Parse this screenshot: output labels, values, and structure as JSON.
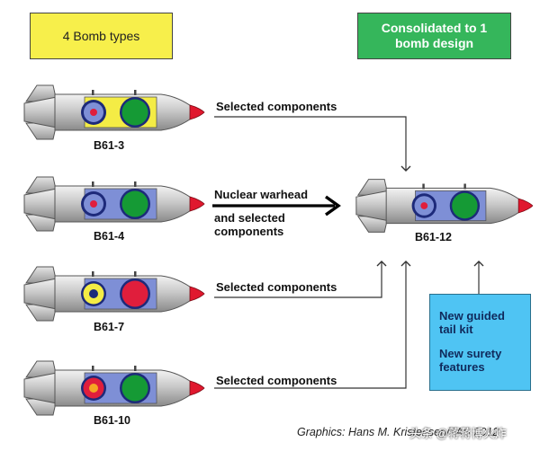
{
  "boxes": {
    "types": "4 Bomb types",
    "consolidated": "Consolidated to 1 bomb design",
    "new_guided": "New guided tail kit",
    "new_surety": "New surety features"
  },
  "bombs": {
    "b61_3": "B61-3",
    "b61_4": "B61-4",
    "b61_7": "B61-7",
    "b61_10": "B61-10",
    "b61_12": "B61-12"
  },
  "arrows": {
    "selected_1": "Selected components",
    "warhead": "Nuclear warhead",
    "warhead_rest_1": "and selected",
    "warhead_rest_2": "components",
    "selected_3": "Selected components",
    "selected_4": "Selected components"
  },
  "credit": "Graphics: Hans M. Kristensen/FAS 2012",
  "watermark": "头条 @蒋蒋博火炸",
  "colors": {
    "yellow_box": "#f7ef4b",
    "green_box": "#35b65b",
    "blue_box": "#4fc4f3",
    "bomb_body": "#c4c4c4",
    "section_blue": "#7e8fd6",
    "section_yellow": "#f4ec45",
    "green_component": "#159a35",
    "red_component": "#e01e3c",
    "navy_ring": "#1d2a7a",
    "nose_red": "#e0182e"
  }
}
